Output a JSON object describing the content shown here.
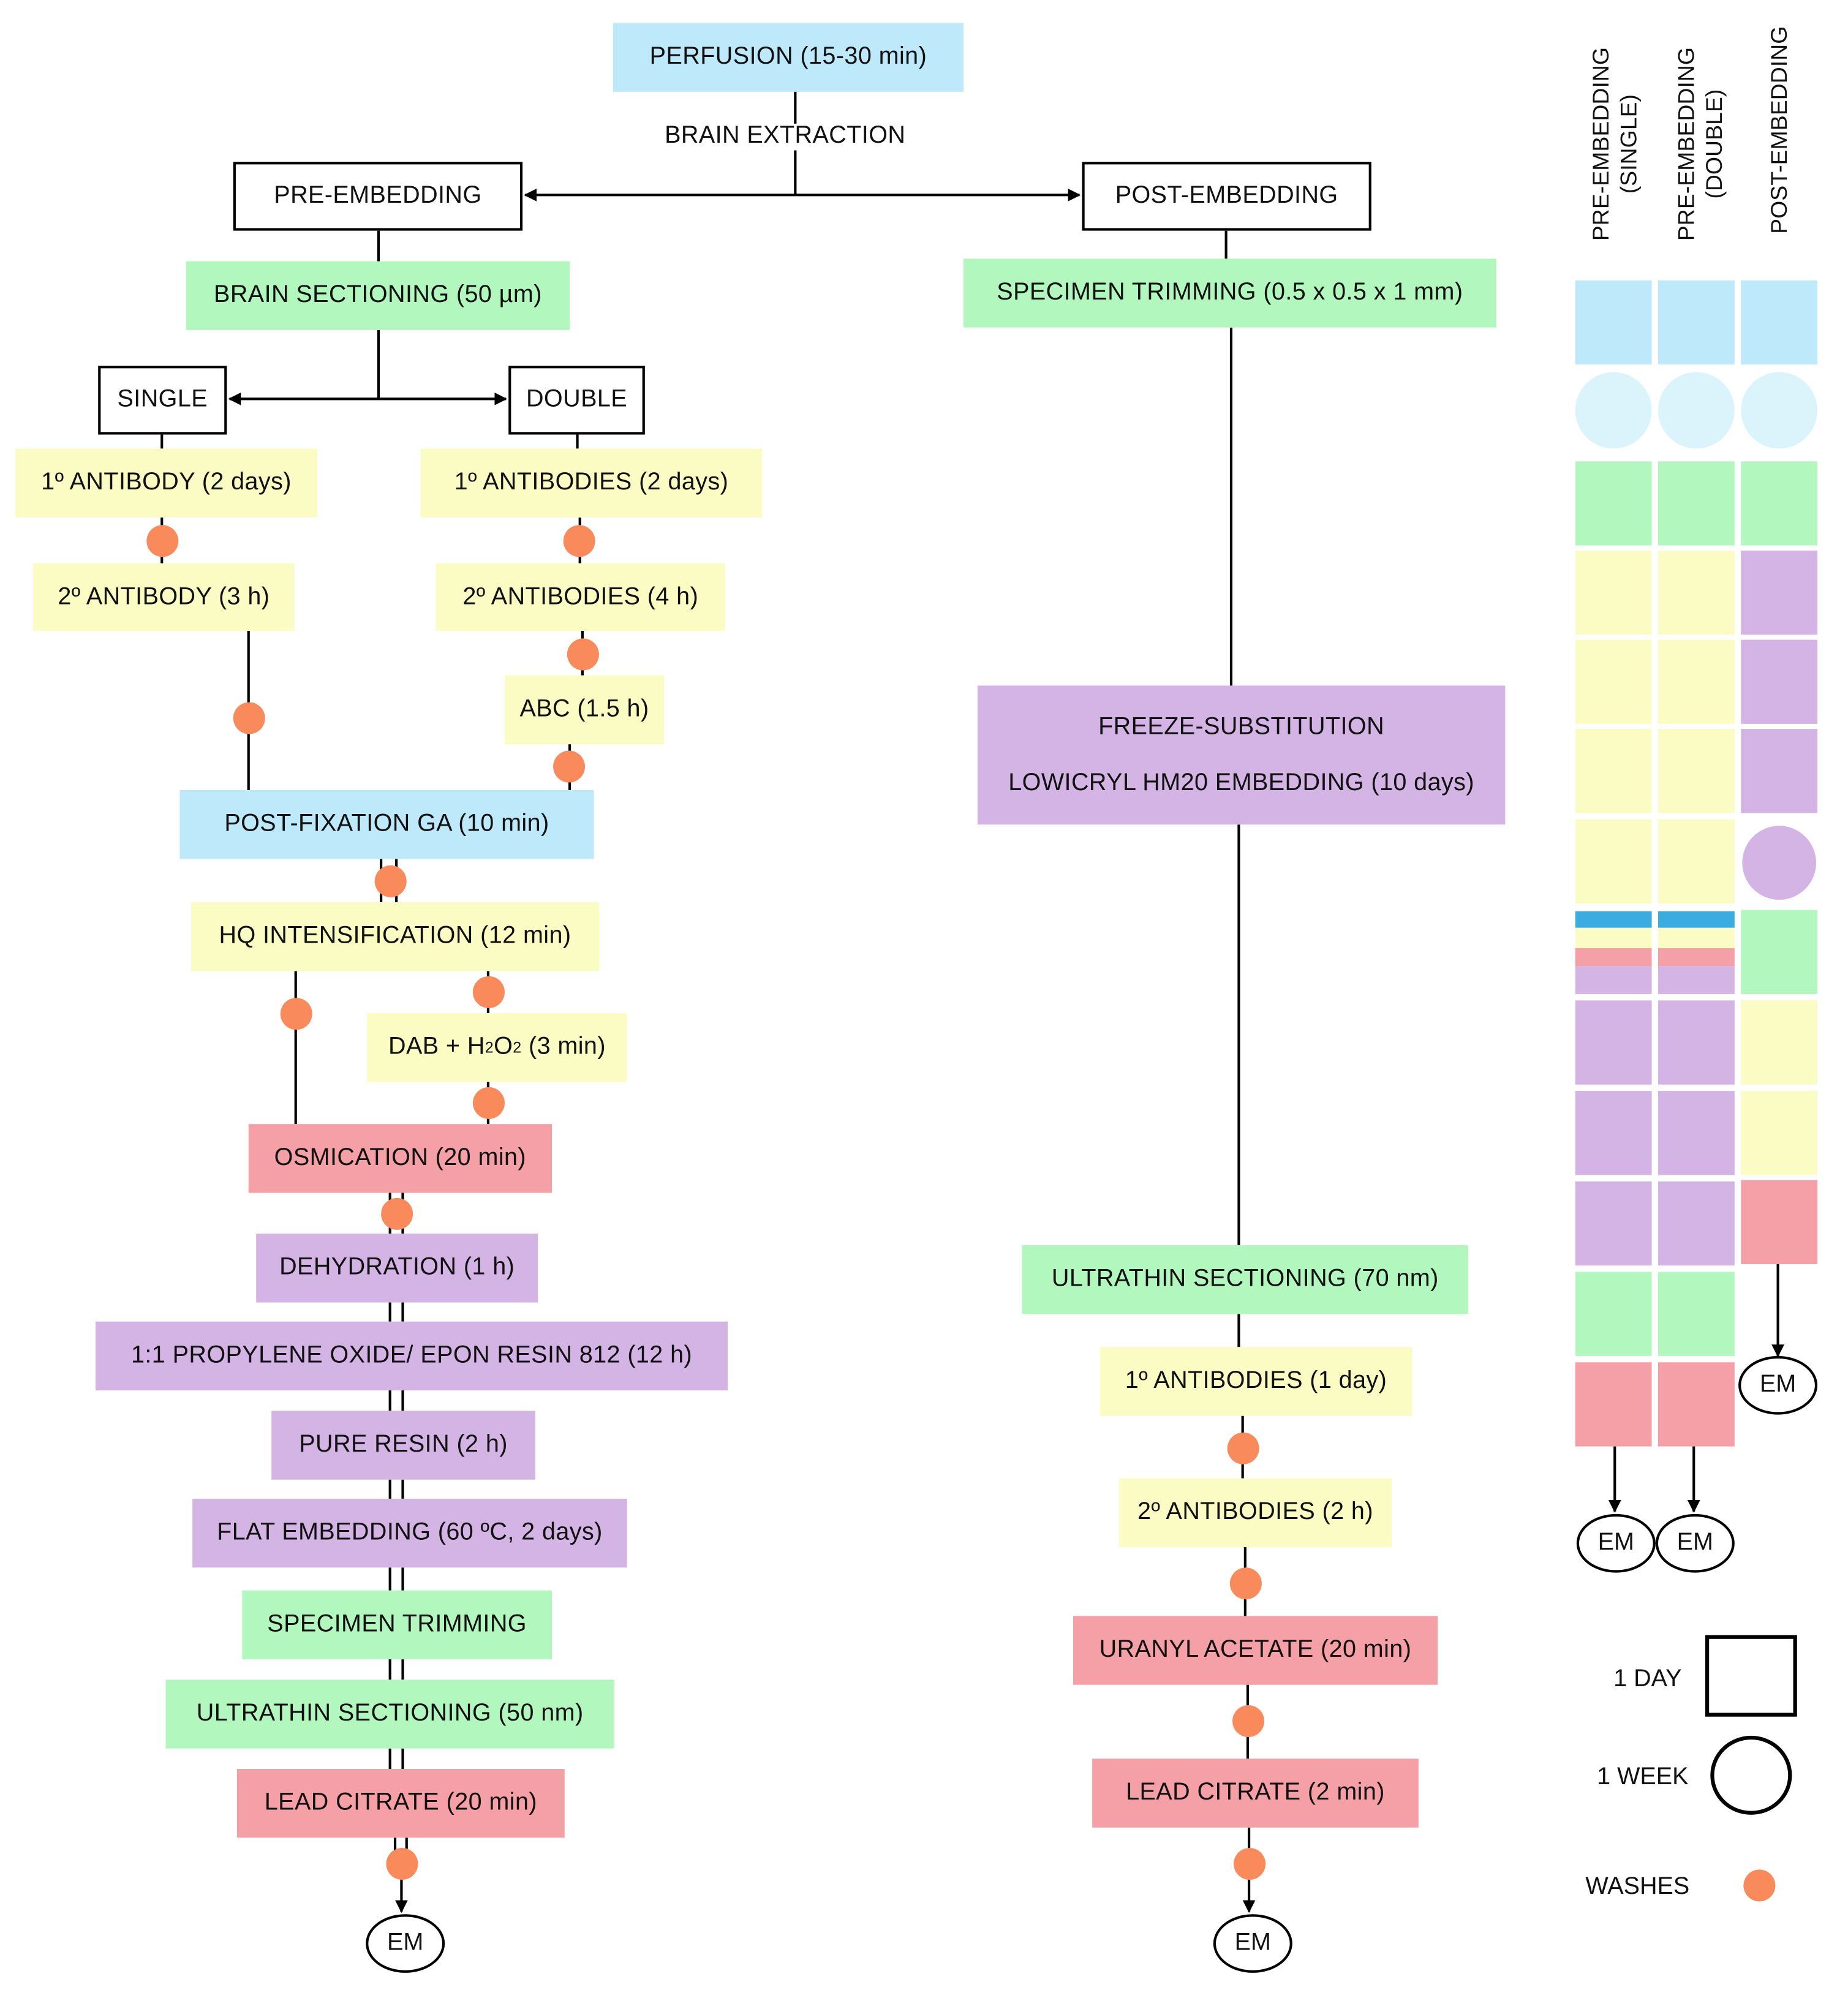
{
  "top": {
    "perfusion": "PERFUSION (15-30 min)",
    "brain_extraction": "BRAIN EXTRACTION"
  },
  "pre": {
    "title": "PRE-EMBEDDING",
    "sectioning": "BRAIN SECTIONING (50 µm)",
    "single": "SINGLE",
    "double": "DOUBLE",
    "single_1ab": "1º ANTIBODY (2 days)",
    "single_2ab": "2º ANTIBODY (3 h)",
    "double_1ab": "1º ANTIBODIES (2 days)",
    "double_2ab": "2º ANTIBODIES (4 h)",
    "abc": "ABC (1.5 h)",
    "postfix": "POST-FIXATION GA (10 min)",
    "hq": "HQ INTENSIFICATION (12 min)",
    "dab_prefix": "DAB + H",
    "dab_sub1": "2",
    "dab_mid": "O",
    "dab_sub2": "2",
    "dab_suffix": " (3 min)",
    "osmication": "OSMICATION (20 min)",
    "dehydration": "DEHYDRATION (1 h)",
    "propylene": "1:1 PROPYLENE OXIDE/ EPON RESIN 812 (12 h)",
    "pure_resin": "PURE RESIN (2 h)",
    "flat": "FLAT EMBEDDING (60 ºC, 2 days)",
    "trimming": "SPECIMEN TRIMMING",
    "ultrathin": "ULTRATHIN SECTIONING (50 nm)",
    "lead": "LEAD CITRATE (20 min)",
    "em": "EM"
  },
  "post": {
    "title": "POST-EMBEDDING",
    "trimming": "SPECIMEN TRIMMING (0.5 x 0.5 x 1 mm)",
    "freeze": "FREEZE-SUBSTITUTION",
    "lowicryl": "LOWICRYL HM20 EMBEDDING (10 days)",
    "ultrathin": "ULTRATHIN SECTIONING (70 nm)",
    "ab1": "1º ANTIBODIES (1 day)",
    "ab2": "2º ANTIBODIES (2 h)",
    "uranyl": "URANYL ACETATE (20 min)",
    "lead": "LEAD CITRATE (2 min)",
    "em": "EM"
  },
  "timeline": {
    "col1_line1": "PRE-EMBEDDING",
    "col1_line2": "(SINGLE)",
    "col2_line1": "PRE-EMBEDDING",
    "col2_line2": "(DOUBLE)",
    "col3": "POST-EMBEDDING",
    "em": "EM"
  },
  "legend": {
    "day": "1 DAY",
    "week": "1 WEEK",
    "washes": "WASHES"
  },
  "colors": {
    "blue": "#bde9fa",
    "light_blue": "#dbf4fc",
    "dark_blue": "#3aace0",
    "green": "#b2f8be",
    "yellow": "#fafcc3",
    "purple": "#d4b3e5",
    "pink": "#f5a0a6",
    "wash": "#f98a5c"
  }
}
